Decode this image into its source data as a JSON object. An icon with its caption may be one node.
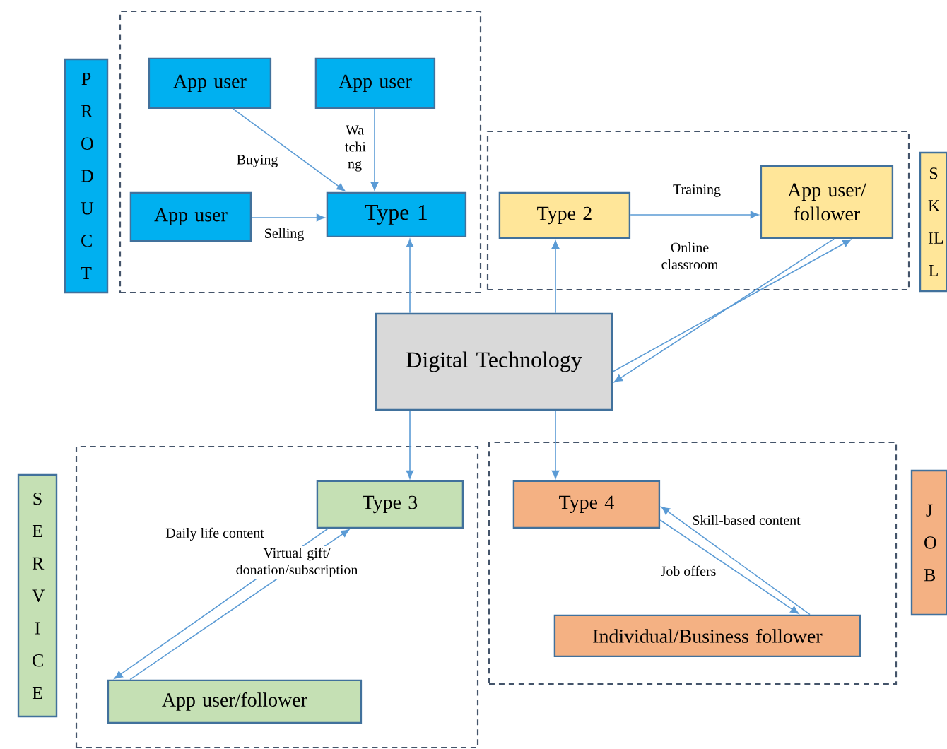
{
  "diagram": {
    "nodes": [
      {
        "text": [
          "P R O D U C T"
        ]
      },
      {
        "text": [],
        "shape": "box"
      },
      {
        "text": [
          "App user"
        ],
        "in": 1
      },
      {
        "text": [
          "App user"
        ],
        "in": 1
      },
      {
        "text": [
          "App user"
        ],
        "in": 1
      },
      {
        "text": [
          "Type 1"
        ],
        "in": 1
      },
      {
        "text": [],
        "shape": "box"
      },
      {
        "text": [
          "Type 2"
        ],
        "in": 6
      },
      {
        "text": [
          "App user/ follower"
        ],
        "in": 6
      },
      {
        "text": [
          "S K IL L"
        ]
      },
      {
        "text": [
          "Digital Technology"
        ]
      },
      {
        "text": [
          "S E R V I C E"
        ]
      },
      {
        "text": [],
        "shape": "box"
      },
      {
        "text": [
          "Type 3"
        ],
        "in": 12
      },
      {
        "text": [
          "App user/follower"
        ],
        "in": 12
      },
      {
        "text": [],
        "shape": "box"
      },
      {
        "text": [
          "Type 4"
        ],
        "in": 15
      },
      {
        "text": [
          "Individual/Business follower"
        ],
        "in": 15
      },
      {
        "text": [
          "J O B"
        ]
      }
    ],
    "edges": [
      {
        "from": 2,
        "to": 5,
        "arrow": "to",
        "label": "Buying"
      },
      {
        "from": 3,
        "to": 5,
        "arrow": "to",
        "label": "Wa tchi ng"
      },
      {
        "from": 4,
        "to": 5,
        "arrow": "to",
        "label": "Selling"
      },
      {
        "from": 10,
        "to": 5,
        "arrow": "to"
      },
      {
        "from": 10,
        "to": 7,
        "arrow": "to"
      },
      {
        "from": 7,
        "to": 8,
        "arrow": "to",
        "label": "Training"
      },
      {
        "from": 10,
        "to": 8,
        "arrow": "to"
      },
      {
        "from": 8,
        "to": 10,
        "arrow": "to"
      },
      {
        "from": 10,
        "to": 13,
        "arrow": "to"
      },
      {
        "from": 10,
        "to": 16,
        "arrow": "to"
      },
      {
        "from": 13,
        "to": 14,
        "arrow": "to",
        "label": "Daily life content"
      },
      {
        "from": 14,
        "to": 13,
        "arrow": "to",
        "label": "Virtual gift/ donation/subscription"
      },
      {
        "from": 17,
        "to": 16,
        "arrow": "to",
        "label": "Skill-based content"
      },
      {
        "from": 16,
        "to": 17,
        "arrow": "to",
        "label": "Job offers"
      }
    ],
    "labels": [
      "Online classroom"
    ]
  }
}
